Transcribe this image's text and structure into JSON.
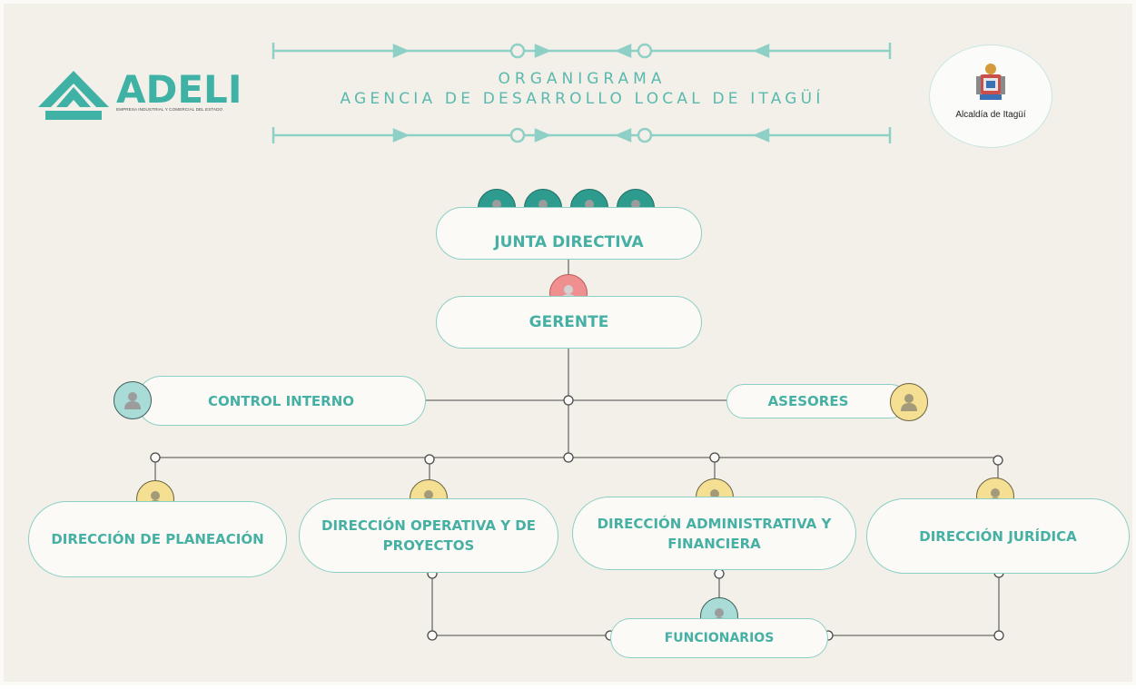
{
  "header": {
    "logo_text": "ADELI",
    "logo_tagline": "EMPRESA INDUSTRIAL Y COMERCIAL DEL ESTADO",
    "title_line1": "ORGANIGRAMA",
    "title_line2": "AGENCIA DE DESARROLLO LOCAL DE ITAGÜÍ",
    "seal_label": "Alcaldía de Itagüí"
  },
  "nodes": {
    "junta": "JUNTA DIRECTIVA",
    "gerente": "GERENTE",
    "control": "CONTROL INTERNO",
    "asesores": "ASESORES",
    "planeacion": "DIRECCIÓN DE PLANEACIÓN",
    "operativa": "DIRECCIÓN OPERATIVA Y DE PROYECTOS",
    "administrativa": "DIRECCIÓN ADMINISTRATIVA Y FINANCIERA",
    "juridica": "DIRECCIÓN JURÍDICA",
    "funcionarios": "FUNCIONARIOS"
  },
  "colors": {
    "accent": "#45b0a3",
    "line": "#6a6a6a",
    "avatar_teal": "#2e9b8f",
    "avatar_pink": "#ef8f8f",
    "avatar_light": "#a9dcd6",
    "avatar_yellow": "#f4df92"
  },
  "icons": [
    "person-icon",
    "adeli-logo",
    "itagui-seal"
  ]
}
